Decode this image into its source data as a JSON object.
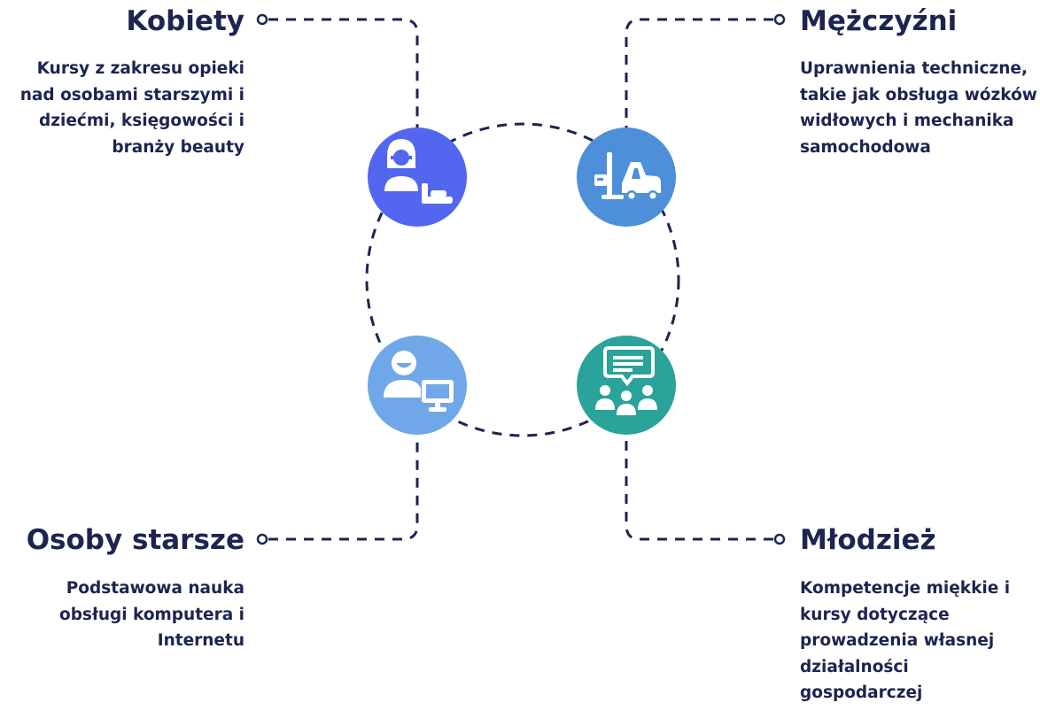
{
  "colors": {
    "text": "#1c2450",
    "women": "#5366f0",
    "men": "#4d8fd8",
    "seniors": "#6fa7e8",
    "youth": "#2aa39a"
  },
  "groups": {
    "women": {
      "title": "Kobiety",
      "description": "Kursy z zakresu opieki nad osobami starszymi i dziećmi, księgowości i branży beauty",
      "icon": "caregiver-icon"
    },
    "men": {
      "title": "Mężczyźni",
      "description": "Uprawnienia techniczne, takie jak obsługa wózków widłowych i mechanika samochodowa",
      "icon": "forklift-icon"
    },
    "seniors": {
      "title": "Osoby starsze",
      "description": "Podstawowa nauka obsługi komputera i Internetu",
      "icon": "computer-user-icon"
    },
    "youth": {
      "title": "Młodzież",
      "description": "Kompetencje miękkie i kursy dotyczące prowadzenia własnej działalności gospodarczej",
      "icon": "group-discussion-icon"
    }
  }
}
